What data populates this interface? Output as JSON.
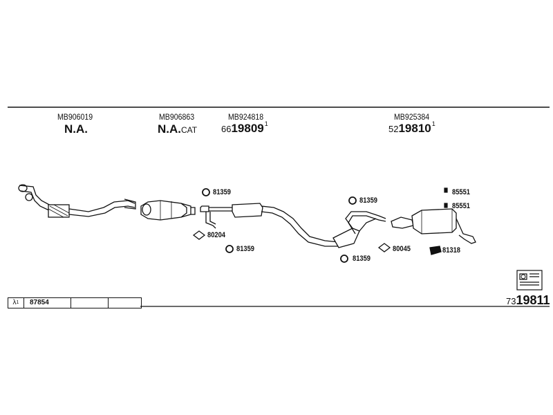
{
  "columns": [
    {
      "part_no": "MB906019",
      "code": "N.A.",
      "code_suffix": "",
      "prefix": "",
      "number": "",
      "note": ""
    },
    {
      "part_no": "MB906863",
      "code": "N.A.",
      "code_suffix": "CAT",
      "prefix": "",
      "number": "",
      "note": ""
    },
    {
      "part_no": "MB924818",
      "code": "",
      "code_suffix": "",
      "prefix": "66",
      "number": "19809",
      "note": "1"
    },
    {
      "part_no": "MB925384",
      "code": "",
      "code_suffix": "",
      "prefix": "52",
      "number": "19810",
      "note": "1"
    }
  ],
  "labels": {
    "l1": "81359",
    "l2": "80204",
    "l3": "81359",
    "l4": "81359",
    "l5": "80045",
    "l6": "81359",
    "l7": "85551",
    "l8": "85551",
    "l9": "81318"
  },
  "lambda": {
    "symbol": "λ",
    "note": "1",
    "value": "87854"
  },
  "assembly": {
    "prefix": "73",
    "number": "19811"
  },
  "colors": {
    "ink": "#111111",
    "background": "#ffffff"
  },
  "icons": [
    "exhaust-diagram",
    "book-reference-icon",
    "gasket-icon",
    "clamp-icon",
    "hanger-icon"
  ]
}
